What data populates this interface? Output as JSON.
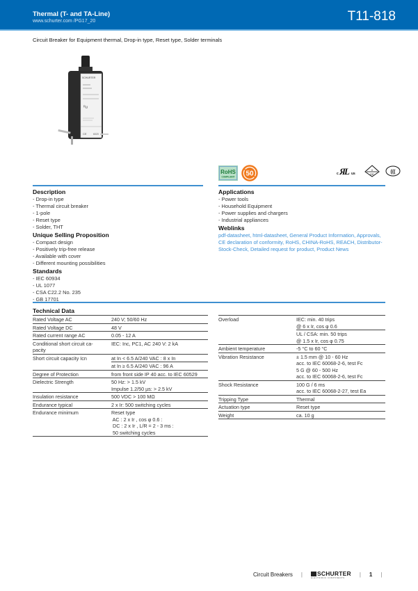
{
  "header": {
    "series": "Thermal (T- and TA-Line)",
    "url": "www.schurter.com /PG17_20",
    "part_number": "T11-818"
  },
  "subtitle": "Circuit Breaker for Equipment thermal, Drop-in type, Reset type, Solder terminals",
  "product_image": {
    "alt": "T11 circuit breaker with push-button reset",
    "brand_label": "SCHURTER"
  },
  "certifications": {
    "left": [
      "RoHS compliant",
      "China RoHS 50"
    ],
    "right": [
      "cULus",
      "VDE",
      "CCC"
    ],
    "rohs_text": "RoHS",
    "rohs_sub": "COMPLIANT",
    "china_rohs": "50",
    "ul_c": "c",
    "ul_us": "us",
    "ccc": "CCC"
  },
  "description": {
    "title": "Description",
    "items": [
      "- Drop-in type",
      "- Thermal circuit breaker",
      "- 1-pole",
      "- Reset type",
      "- Solder, THT"
    ]
  },
  "usp": {
    "title": "Unique Selling Proposition",
    "items": [
      "- Compact design",
      "- Positively trip-free release",
      "- Available with cover",
      "- Different mounting possibilities"
    ]
  },
  "standards": {
    "title": "Standards",
    "items": [
      "-  IEC 60934",
      "-  UL 1077",
      "-  CSA C22.2 No. 235",
      "-  GB 17701"
    ]
  },
  "applications": {
    "title": "Applications",
    "items": [
      "- Power tools",
      "- Household Equipment",
      "- Power supplies and chargers",
      "- Industrial appliances"
    ]
  },
  "weblinks": {
    "title": "Weblinks",
    "lines": [
      "pdf-datasheet, html-datasheet, General Product Information, Approvals,",
      "CE declaration of conformity, RoHS, CHINA-RoHS, REACH, Distributor-",
      "Stock-Check, Detailed request for product, Product News"
    ]
  },
  "technical_data": {
    "title": "Technical Data",
    "left": [
      {
        "key": [
          "Rated Voltage AC"
        ],
        "values": [
          [
            "240 V; 50/60 Hz"
          ]
        ]
      },
      {
        "key": [
          "Rated Voltage DC"
        ],
        "values": [
          [
            "48 V"
          ]
        ]
      },
      {
        "key": [
          "Rated current range AC"
        ],
        "values": [
          [
            "0.05 - 12 A"
          ]
        ]
      },
      {
        "key": [
          "Conditional short circuit ca-",
          "pacity"
        ],
        "values": [
          [
            "IEC: Inc, PC1, AC 240 V: 2 kA"
          ]
        ]
      },
      {
        "key": [
          "Short circuit capacity Icn"
        ],
        "values": [
          [
            "at In < 6.5 A/240 VAC : 8 x In"
          ],
          [
            "at In ≥ 6.5 A/240 VAC : 96 A"
          ]
        ]
      },
      {
        "key": [
          "Degree of Protection"
        ],
        "values": [
          [
            "from front side IP 40 acc. to IEC 60529"
          ]
        ]
      },
      {
        "key": [
          "Dielectric Strength"
        ],
        "values": [
          [
            "50 Hz: > 1.5 kV",
            "Impulse 1.2/50 µs: > 2.5 kV"
          ]
        ]
      },
      {
        "key": [
          "Insulation resistance"
        ],
        "values": [
          [
            "500 VDC > 100 MΩ"
          ]
        ]
      },
      {
        "key": [
          "Endurance typical"
        ],
        "values": [
          [
            "2 x Ir: 500 switching cycles"
          ]
        ]
      },
      {
        "key": [
          "Endurance minimum"
        ],
        "values": [
          [
            "Reset type",
            " AC : 2 x Ir , cos φ 0.6 :",
            " DC : 2 x Ir , L/R = 2 - 3 ms :",
            " 50 switching cycles"
          ]
        ]
      }
    ],
    "right": [
      {
        "key": [
          "Overload"
        ],
        "values": [
          [
            "IEC: min. 40 trips",
            "@ 6 x Ir, cos φ 0.6"
          ],
          [
            "UL / CSA: min. 50 trips",
            "@ 1.5 x Ir, cos φ 0.75"
          ]
        ]
      },
      {
        "key": [
          "Ambient temperature"
        ],
        "values": [
          [
            "-5 °C to 60 °C"
          ]
        ]
      },
      {
        "key": [
          "Vibration Resistance"
        ],
        "values": [
          [
            "± 1.5 mm @ 10 - 60 Hz",
            "acc. to IEC 60068-2-6, test Fc",
            "5 G @ 60 - 500 Hz",
            "acc. to IEC 60068-2-6, test Fc"
          ]
        ]
      },
      {
        "key": [
          "Shock Resistance"
        ],
        "values": [
          [
            "100 G / 6 ms",
            "acc. to IEC 60068-2-27, test Ea"
          ]
        ]
      },
      {
        "key": [
          "Tripping Type"
        ],
        "values": [
          [
            "Thermal"
          ]
        ]
      },
      {
        "key": [
          "Actuation type"
        ],
        "values": [
          [
            "Reset type"
          ]
        ]
      },
      {
        "key": [
          "Weight"
        ],
        "values": [
          [
            "ca. 10 g"
          ]
        ]
      }
    ]
  },
  "footer": {
    "category": "Circuit Breakers",
    "brand": "SCHURTER",
    "brand_sub": "ELECTRONIC COMPONENTS",
    "page": "1"
  }
}
